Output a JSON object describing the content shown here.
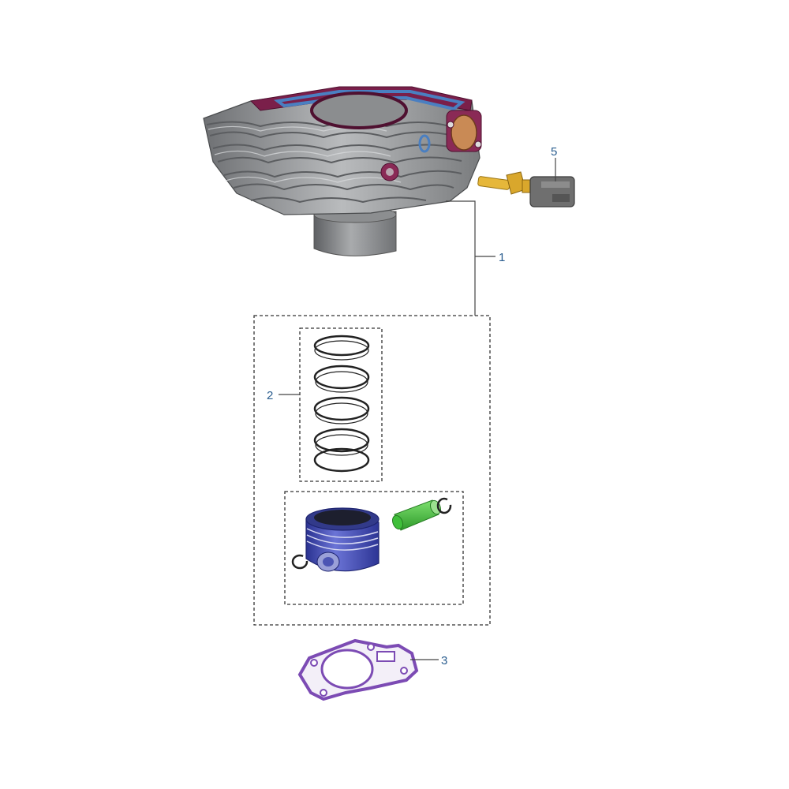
{
  "callouts": {
    "cylinder": "1",
    "piston_rings": "2",
    "base_gasket": "3",
    "temp_sensor": "5"
  },
  "colors": {
    "label": "#2a5d8f",
    "cylinder_body": "#9a9c9e",
    "cylinder_flange": "#7a1f4a",
    "head_gasket": "#4a7fc1",
    "sensor_brass": "#e6b73a",
    "connector": "#6f6f6f",
    "piston": "#3d47b5",
    "piston_pin": "#3fbf3a",
    "base_gasket": "#7c4bb4"
  }
}
